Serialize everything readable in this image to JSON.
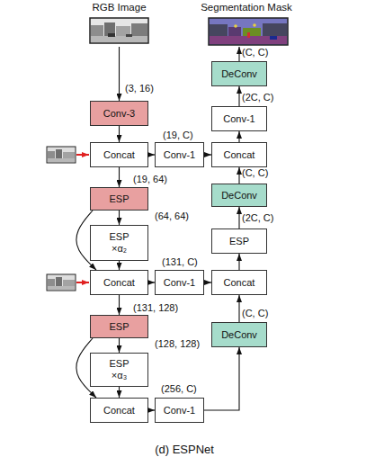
{
  "diagram": {
    "caption": "(d) ESPNet",
    "nodes": [
      {
        "text": [
          "RGB Image"
        ]
      },
      {
        "text": [
          "Segmentation Mask"
        ]
      },
      {
        "text": [
          "DeConv"
        ]
      },
      {
        "text": [
          "Conv-3"
        ]
      },
      {
        "text": [
          "Conv-1"
        ]
      },
      {
        "text": [
          "Concat"
        ]
      },
      {
        "text": [
          "Conv-1"
        ]
      },
      {
        "text": [
          "Concat"
        ]
      },
      {
        "text": [
          "DeConv"
        ]
      },
      {
        "text": [
          "ESP"
        ]
      },
      {
        "text": [
          "ESP ×α₂"
        ]
      },
      {
        "text": [
          "ESP"
        ]
      },
      {
        "text": [
          "Concat"
        ]
      },
      {
        "text": [
          "Conv-1"
        ]
      },
      {
        "text": [
          "Concat"
        ]
      },
      {
        "text": [
          "ESP"
        ]
      },
      {
        "text": [
          "DeConv"
        ]
      },
      {
        "text": [
          "ESP ×α₃"
        ]
      },
      {
        "text": [
          "Concat"
        ]
      },
      {
        "text": [
          "Conv-1"
        ]
      }
    ],
    "edges": [
      {
        "from": 0,
        "to": 3,
        "arrow": "to"
      },
      {
        "from": 3,
        "to": 5,
        "arrow": "to"
      },
      {
        "from": 5,
        "to": 6,
        "arrow": "to"
      },
      {
        "from": 6,
        "to": 7,
        "arrow": "to"
      },
      {
        "from": 5,
        "to": 9,
        "arrow": "to"
      },
      {
        "from": 9,
        "to": 10,
        "arrow": "to"
      },
      {
        "from": 9,
        "to": 12,
        "arrow": "to"
      },
      {
        "from": 10,
        "to": 12,
        "arrow": "to"
      },
      {
        "from": 12,
        "to": 13,
        "arrow": "to"
      },
      {
        "from": 13,
        "to": 14,
        "arrow": "to"
      },
      {
        "from": 12,
        "to": 15,
        "arrow": "to"
      },
      {
        "from": 15,
        "to": 17,
        "arrow": "to"
      },
      {
        "from": 15,
        "to": 18,
        "arrow": "to"
      },
      {
        "from": 17,
        "to": 18,
        "arrow": "to"
      },
      {
        "from": 18,
        "to": 19,
        "arrow": "to"
      },
      {
        "from": 19,
        "to": 16,
        "arrow": "to"
      },
      {
        "from": 16,
        "to": 14,
        "arrow": "to"
      },
      {
        "from": 14,
        "to": 11,
        "arrow": "to"
      },
      {
        "from": 11,
        "to": 8,
        "arrow": "to"
      },
      {
        "from": 8,
        "to": 7,
        "arrow": "to"
      },
      {
        "from": 7,
        "to": 4,
        "arrow": "to"
      },
      {
        "from": 4,
        "to": 2,
        "arrow": "to"
      },
      {
        "from": 2,
        "to": 1,
        "arrow": "to"
      }
    ],
    "labels": [
      "(3, 16)",
      "(19, C)",
      "(19, 64)",
      "(64, 64)",
      "(131, C)",
      "(131, 128)",
      "(128, 128)",
      "(256, C)",
      "(C, C)",
      "(2C, C)",
      "(C, C)",
      "(2C, C)",
      "(C, C)"
    ]
  }
}
